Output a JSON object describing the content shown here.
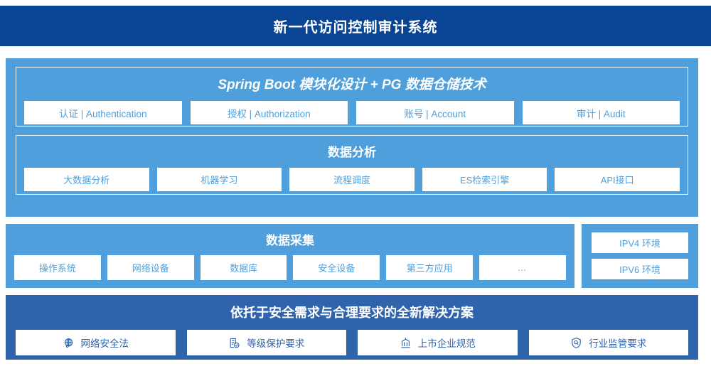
{
  "header": {
    "title": "新一代访问控制审计系统"
  },
  "colors": {
    "header_bg": "#0a4595",
    "panel_light": "#4e9fdc",
    "panel_mid": "#2f63ab",
    "chip_bg": "#ffffff"
  },
  "architecture": {
    "spring_group": {
      "title": "Spring Boot 模块化设计 + PG 数据仓储技术",
      "items": [
        {
          "label": "认证 | Authentication"
        },
        {
          "label": "授权 | Authorization"
        },
        {
          "label": "账号 | Account"
        },
        {
          "label": "审计 | Audit"
        }
      ]
    },
    "analysis_group": {
      "title": "数据分析",
      "items": [
        {
          "label": "大数据分析"
        },
        {
          "label": "机器学习"
        },
        {
          "label": "流程调度"
        },
        {
          "label": "ES检索引擎"
        },
        {
          "label": "API接口"
        }
      ]
    },
    "collection_group": {
      "title": "数据采集",
      "items": [
        {
          "label": "操作系统"
        },
        {
          "label": "网络设备"
        },
        {
          "label": "数据库"
        },
        {
          "label": "安全设备"
        },
        {
          "label": "第三方应用"
        },
        {
          "label": "…"
        }
      ]
    },
    "environment_group": {
      "items": [
        {
          "label": "IPV4 环境"
        },
        {
          "label": "IPV6 环境"
        }
      ]
    },
    "solution_group": {
      "title": "依托于安全需求与合理要求的全新解决方案",
      "items": [
        {
          "label": "网络安全法",
          "icon": "globe-icon"
        },
        {
          "label": "等级保护要求",
          "icon": "document-check-icon"
        },
        {
          "label": "上市企业规范",
          "icon": "bank-building-icon"
        },
        {
          "label": "行业监管要求",
          "icon": "shield-search-icon"
        }
      ]
    }
  }
}
